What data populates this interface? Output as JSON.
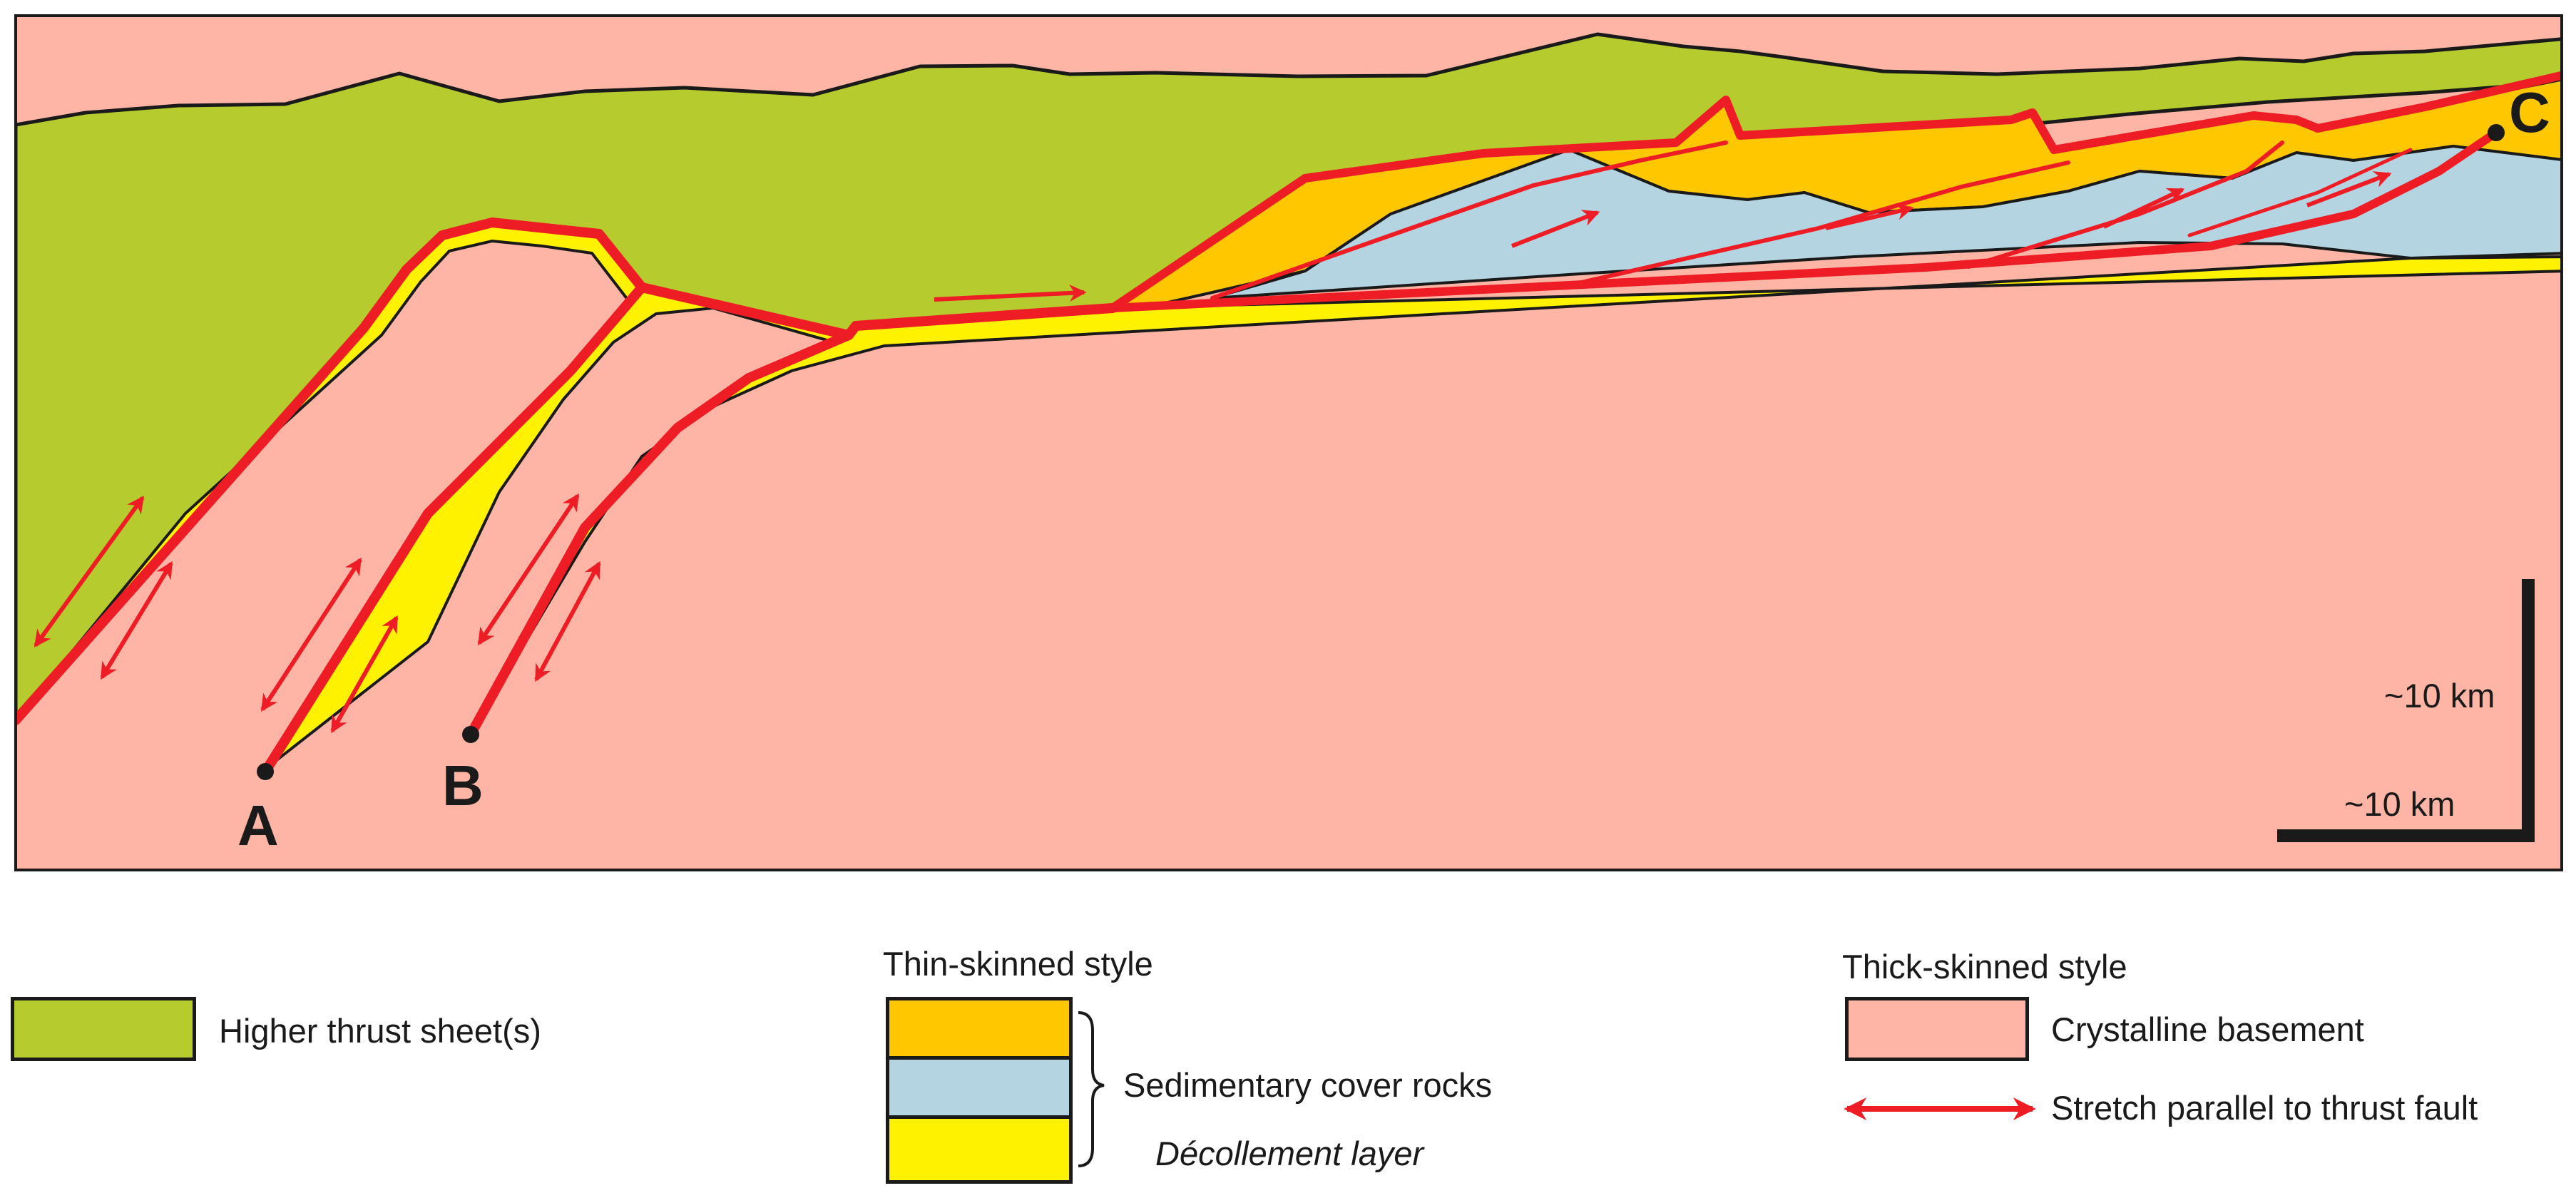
{
  "points": {
    "a": "A",
    "b": "B",
    "c": "C"
  },
  "scale": {
    "vertical": "~10 km",
    "horizontal": "~10 km"
  },
  "legend": {
    "higher_thrust": "Higher thrust sheet(s)",
    "thin_title": "Thin-skinned style",
    "thick_title": "Thick-skinned style",
    "sedimentary": "Sedimentary cover rocks",
    "decollement": "Décollement layer",
    "basement": "Crystalline basement",
    "stretch": "Stretch parallel to thrust fault"
  },
  "colors": {
    "higher_thrust": "#b5cb2e",
    "basement": "#feb5a6",
    "sediment_orange": "#fec700",
    "sediment_blue": "#b4d4e1",
    "decollement_yellow": "#fff200",
    "fault_red": "#ee1c24",
    "outline": "#1a1a1a"
  }
}
